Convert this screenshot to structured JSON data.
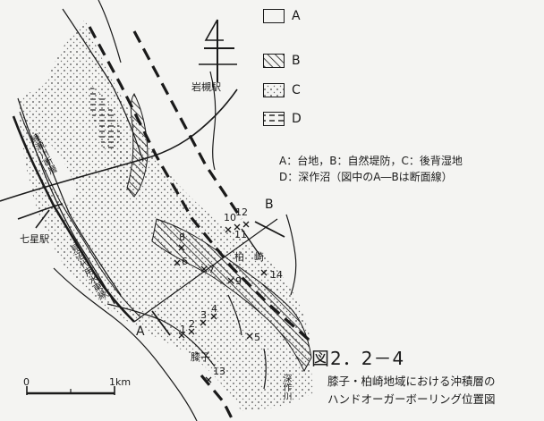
{
  "legend": [
    {
      "key": "A"
    },
    {
      "key": "B"
    },
    {
      "key": "C"
    },
    {
      "key": "D"
    }
  ],
  "notes": {
    "line1": "A：台地，B：自然堤防，C：後背湿地",
    "line2": "D：深作沼（図中のA―Bは断面線）"
  },
  "place_names": {
    "iwatsuki": "岩槻駅",
    "nanasato": "七星駅",
    "kashiwazaki": "柏　崎",
    "hizako": "膝子"
  },
  "rivers": {
    "ayase": "綾瀬川断層",
    "minuma": "見沼代用水東縁",
    "fukasaku": "深作川"
  },
  "section_markers": {
    "a": "A",
    "b": "B"
  },
  "borings": [
    "1",
    "2",
    "3",
    "4",
    "5",
    "6",
    "7",
    "8",
    "9",
    "10",
    "11",
    "12",
    "13",
    "14"
  ],
  "scale": {
    "zero": "0",
    "one": "1km"
  },
  "figure": {
    "number": "図2．2－4",
    "caption1": "膝子・柏崎地域における沖積層の",
    "caption2": "ハンドオーガーボーリング位置図"
  }
}
